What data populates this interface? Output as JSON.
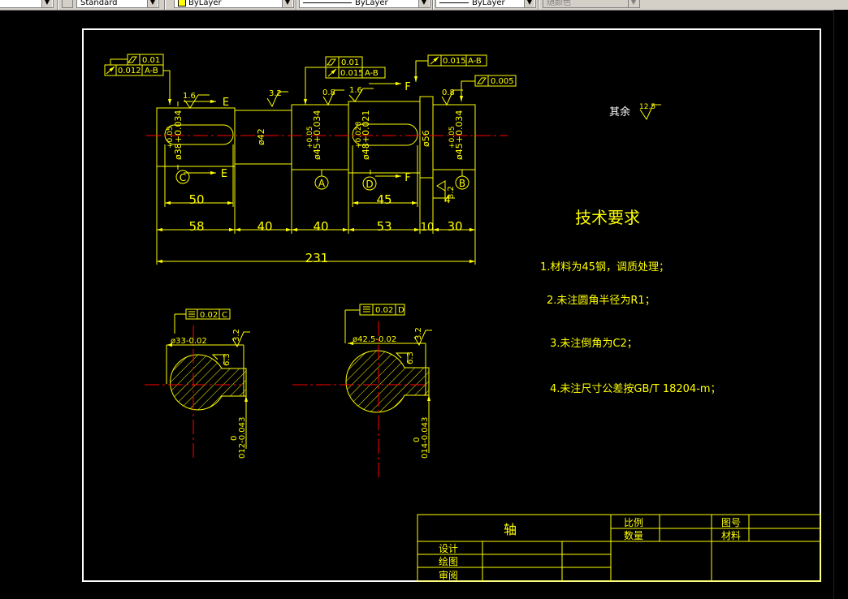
{
  "toolbar": {
    "text_style": "Standard",
    "layer": "ByLayer",
    "linetype": "ByLayer",
    "lineweight": "ByLayer",
    "plot_style": "随颜色"
  },
  "colors": {
    "background": "#000000",
    "draw": "#ffff00",
    "center": "#ff0000",
    "frame": "#ffffff"
  },
  "drawing": {
    "rest_roughness_label": "其余",
    "rest_roughness_value": "12.5",
    "tech_title": "技术要求",
    "notes": [
      "1.材料为45钢，调质处理；",
      "2.未注圆角半径为R1；",
      "3.未注倒角为C2；",
      "4.未注尺寸公差按GB/T   18204-m；"
    ],
    "dims": {
      "overall": "231",
      "segments": [
        "58",
        "40",
        "40",
        "53",
        "10",
        "30"
      ],
      "keyway_left": "50",
      "keyway_right": "45",
      "small_4": "4",
      "dia_42": "ø42",
      "dia_56": "ø56",
      "dia_38": "ø38+0.034",
      "dia_38_tol": "+0.05",
      "dia_45a": "ø45+0.034",
      "dia_45a_tol": "+0.05",
      "dia_48": "ø48+0.021",
      "dia_48_tol": "+0.028",
      "dia_45b": "ø45+0.034",
      "dia_45b_tol": "+0.05",
      "rough_16a": "1.6",
      "rough_32a": "3.2",
      "rough_08a": "0.8",
      "rough_16b": "1.6",
      "rough_08b": "0.8",
      "rough_32b": "3.2",
      "section_e": "E",
      "section_f": "F",
      "datum_a": "A",
      "datum_b": "B",
      "datum_c": "C",
      "datum_d": "D"
    },
    "tolerances": {
      "t1_sym": "0.01",
      "t1_runout": "0.012",
      "t1_ref": "A-B",
      "t2_sym": "0.01",
      "t2_runout": "0.015",
      "t2_ref": "A-B",
      "t3_runout": "0.015",
      "t3_ref": "A-B",
      "t4_sym": "0.005"
    },
    "sections": {
      "left_sym": "0.02",
      "left_ref": "C",
      "left_dim": "ø33-0.02",
      "left_key": "012-0.043",
      "left_key_zero": "0",
      "left_rough": "3.2",
      "left_rough2": "6.3",
      "right_sym": "0.02",
      "right_ref": "D",
      "right_dim": "ø42.5-0.02",
      "right_key": "014-0.043",
      "right_key_zero": "0",
      "right_rough": "3.2",
      "right_rough2": "6.3"
    },
    "title_block": {
      "name": "轴",
      "scale": "比例",
      "quantity": "数量",
      "drawing_no": "图号",
      "material": "材料",
      "design": "设计",
      "draw": "绘图",
      "review": "审阅"
    }
  }
}
